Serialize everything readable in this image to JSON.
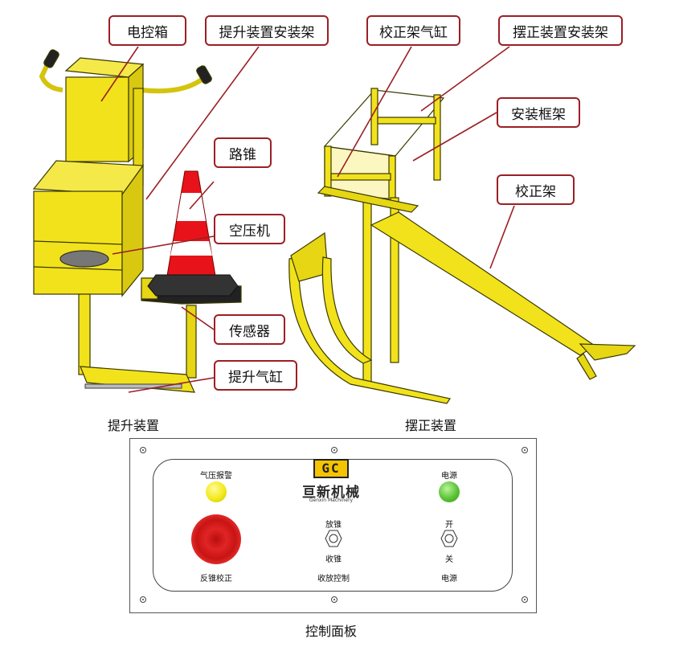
{
  "callouts": {
    "control_box": "电控箱",
    "lift_mount": "提升装置安装架",
    "cone": "路锥",
    "air_compressor": "空压机",
    "sensor": "传感器",
    "lift_cylinder": "提升气缸",
    "correction_cylinder": "校正架气缸",
    "correction_mount": "摆正装置安装架",
    "mount_frame": "安装框架",
    "correction_frame": "校正架"
  },
  "captions": {
    "lift_device": "提升装置",
    "correction_device": "摆正装置",
    "control_panel": "控制面板"
  },
  "panel": {
    "pressure_alarm": "气压报警",
    "reverse_cone_correct": "反锥校正",
    "release_cone": "放锥",
    "retract_cone": "收锥",
    "retract_control": "收放控制",
    "power_top": "电源",
    "on": "开",
    "off": "关",
    "power_bottom": "电源"
  },
  "logo": {
    "mark": "GC",
    "name_cn": "亘新机械",
    "name_en": "Genxin Machinery"
  },
  "colors": {
    "callout_border": "#9b1f24",
    "machine_yellow": "#f2e21c",
    "cone_red": "#e8131a",
    "lamp_yellow": "#f3ea1a",
    "lamp_green": "#5bc235",
    "button_red": "#d91e1e"
  }
}
